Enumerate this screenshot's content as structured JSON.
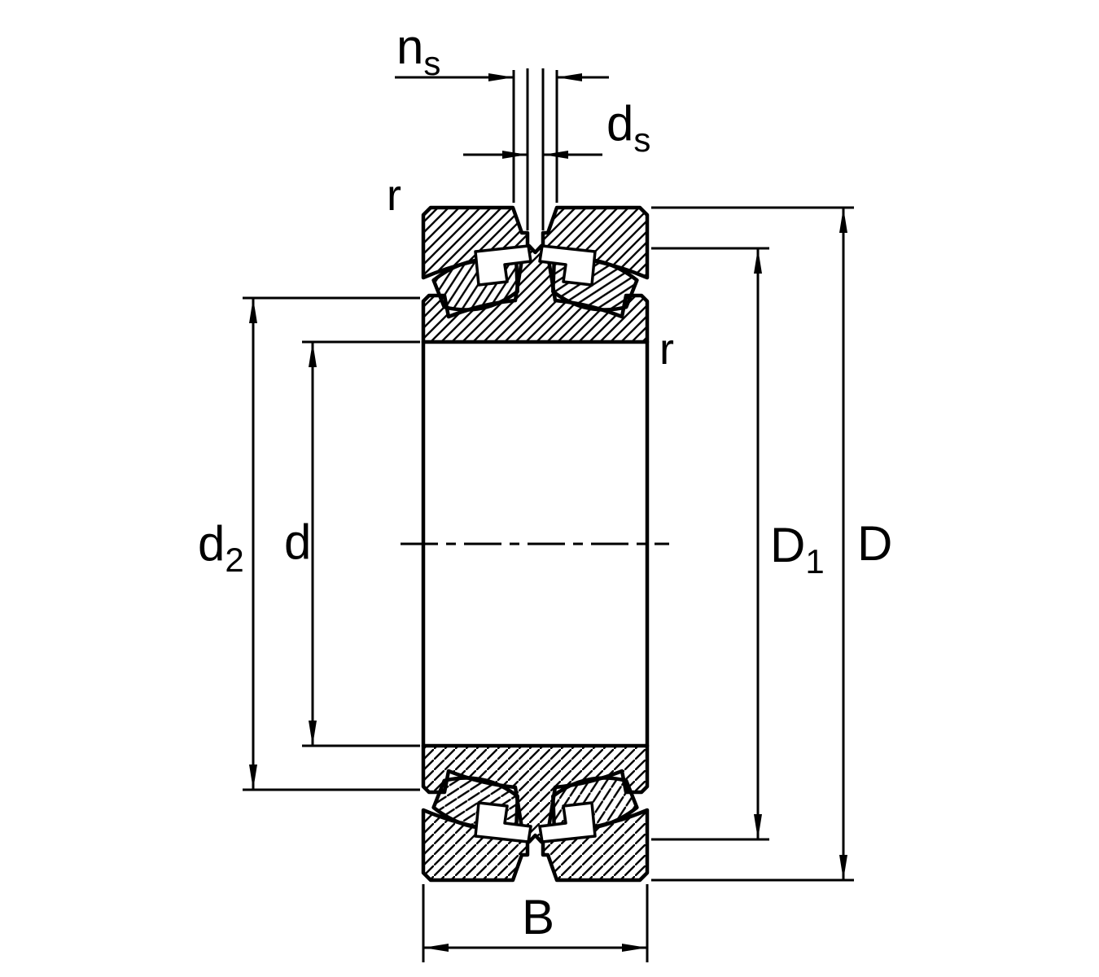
{
  "drawing": {
    "background": "#ffffff",
    "line_color": "#000000",
    "type": "spherical-roller-bearing-section"
  },
  "dimension_labels": {
    "groove_width": {
      "base": "n",
      "sub": "s"
    },
    "hole_diameter": {
      "base": "d",
      "sub": "s"
    },
    "chamfer_outer": "r",
    "chamfer_inner": "r",
    "recess_diameter": {
      "base": "d",
      "sub": "2"
    },
    "bore_diameter": "d",
    "shoulder_diameter": {
      "base": "D",
      "sub": "1"
    },
    "outside_diameter": "D",
    "width": "B"
  }
}
